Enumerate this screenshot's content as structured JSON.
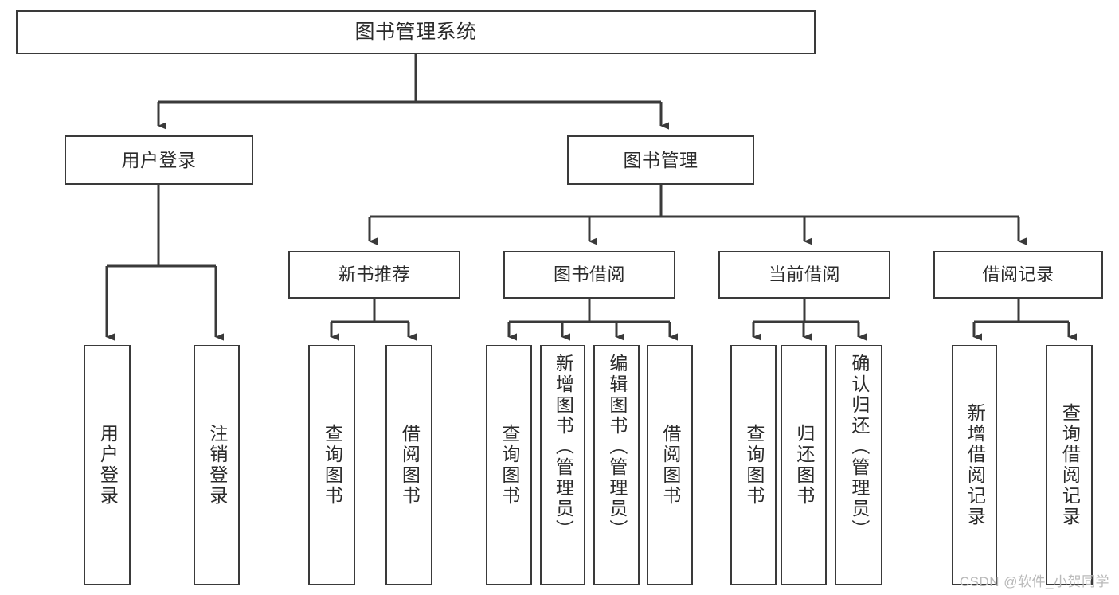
{
  "diagram": {
    "title": "图书管理系统",
    "type": "tree",
    "watermark": "CSDN @软件_小贺同学",
    "colors": {
      "box_border": "#3a3a3a",
      "box_fill": "#ffffff",
      "line": "#3a3a3a",
      "text": "#2b2b2b",
      "watermark": "#b9b9b9"
    },
    "root": {
      "label": "图书管理系统"
    },
    "level1": [
      {
        "label": "用户登录"
      },
      {
        "label": "图书管理"
      }
    ],
    "level2": [
      {
        "label": "新书推荐"
      },
      {
        "label": "图书借阅"
      },
      {
        "label": "当前借阅"
      },
      {
        "label": "借阅记录"
      }
    ],
    "leaves": {
      "user_login": [
        {
          "label": "用户登录"
        },
        {
          "label": "注销登录"
        }
      ],
      "new_book_recommend": [
        {
          "label": "查询图书"
        },
        {
          "label": "借阅图书"
        }
      ],
      "book_borrow": [
        {
          "label": "查询图书"
        },
        {
          "label": "新增图书（管理员）"
        },
        {
          "label": "编辑图书（管理员）"
        },
        {
          "label": "借阅图书"
        }
      ],
      "current_borrow": [
        {
          "label": "查询图书"
        },
        {
          "label": "归还图书"
        },
        {
          "label": "确认归还（管理员）"
        }
      ],
      "borrow_record": [
        {
          "label": "新增借阅记录"
        },
        {
          "label": "查询借阅记录"
        }
      ]
    }
  }
}
